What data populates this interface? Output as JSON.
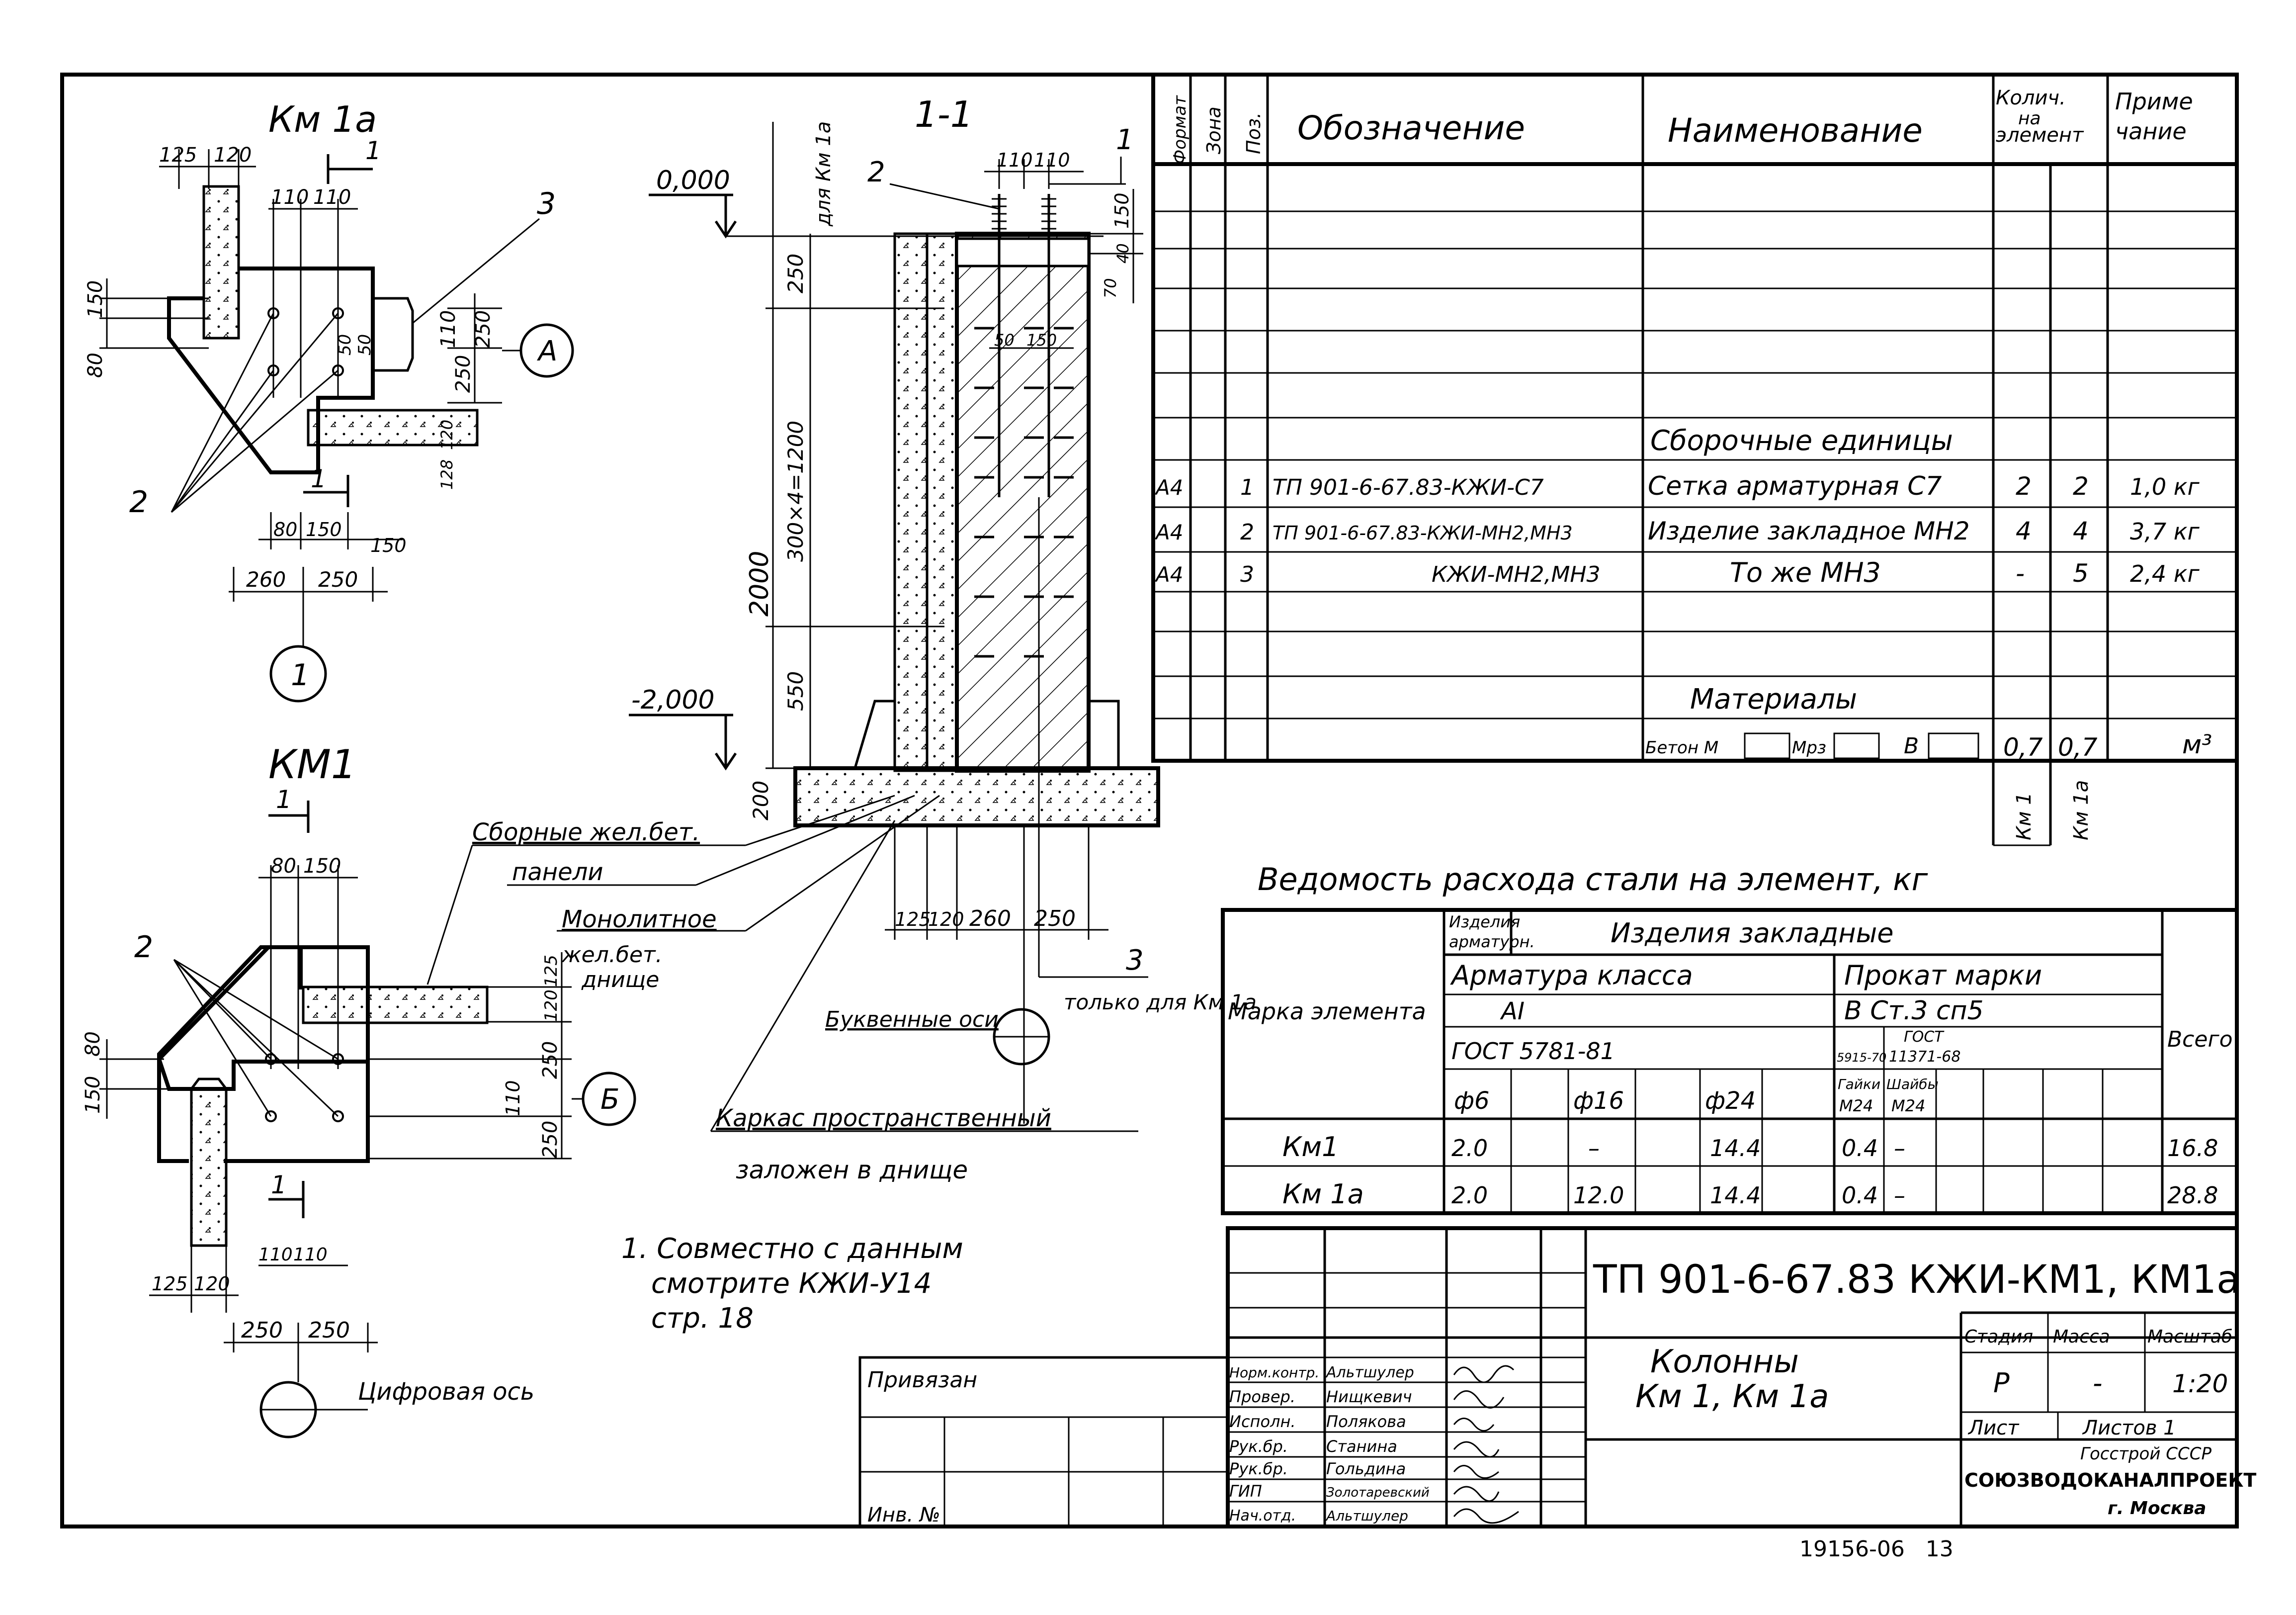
{
  "plan_km1a": {
    "title": "Км 1а",
    "dims_top": [
      "125",
      "120"
    ],
    "dims_mid": [
      "110",
      "110"
    ],
    "dims_left": [
      "80",
      "150"
    ],
    "dims_right": [
      "110",
      "250",
      "250"
    ],
    "dims_inner": [
      "50",
      "50"
    ],
    "dims_bottom": [
      "80",
      "150",
      "150"
    ],
    "dims_base": [
      "260",
      "250"
    ],
    "dims_side": [
      "120",
      "128"
    ],
    "section_mark": "1",
    "label_2": "2",
    "label_3": "3",
    "axis_letter": "А",
    "axis_number": "1"
  },
  "section": {
    "title": "1-1",
    "elev_top": "0,000",
    "elev_bottom": "-2,000",
    "note_for": "для Км 1а",
    "dims_top": [
      "110",
      "110"
    ],
    "dims_right": [
      "150",
      "40",
      "70"
    ],
    "dim_250": "250",
    "dim_main": "300×4=1200",
    "dim_total": "2000",
    "dim_550": "550",
    "dim_200": "200",
    "dims_mid": [
      "50",
      "150"
    ],
    "dims_bottom": [
      "125",
      "120",
      "260",
      "250"
    ],
    "label_2": "2",
    "label_3": "3",
    "label_1": "1",
    "only_for": "только для Км 1а",
    "letter_axes": "Буквенные оси"
  },
  "callouts": {
    "panels_1": "Сборные жел.бет.",
    "panels_2": "панели",
    "monolith": "Монолитное",
    "monolith_2": "жел.бет.",
    "monolith_3": "днище",
    "frame_1": "Каркас пространственный",
    "frame_2": "заложен в днище"
  },
  "plan_km1": {
    "title": "КМ1",
    "section_mark": "1",
    "dims_top": [
      "80",
      "150"
    ],
    "dims_right": [
      "125",
      "120",
      "250",
      "110",
      "250"
    ],
    "dims_left": [
      "150",
      "80"
    ],
    "dims_mid": [
      "110",
      "110"
    ],
    "dims_bottom": [
      "125",
      "120"
    ],
    "dims_base": [
      "250",
      "250"
    ],
    "label_2": "2",
    "axis_letter": "Б",
    "digital_axis": "Цифровая ось"
  },
  "note": {
    "line1": "1. Совместно с данным",
    "line2": "смотрите КЖИ-У14",
    "line3": "стр. 18"
  },
  "spec": {
    "headers": {
      "format": "Формат",
      "zone": "Зона",
      "pos": "Поз.",
      "designation": "Обозначение",
      "name": "Наименование",
      "qty": "Колич. на элемент",
      "note": "Приме чание"
    },
    "section_assembly": "Сборочные единицы",
    "rows": [
      {
        "format": "А4",
        "pos": "1",
        "designation": "ТП 901-6-67.83-КЖИ-С7",
        "name": "Сетка арматурная С7",
        "q1": "2",
        "q2": "2",
        "note": "1,0 кг"
      },
      {
        "format": "А4",
        "pos": "2",
        "designation": "ТП 901-6-67.83-КЖИ-МН2,МН3",
        "name": "Изделие закладное МН2",
        "q1": "4",
        "q2": "4",
        "note": "3,7 кг"
      },
      {
        "format": "А4",
        "pos": "3",
        "designation": "КЖИ-МН2,МН3",
        "name": "То же МН3",
        "q1": "-",
        "q2": "5",
        "note": "2,4 кг"
      }
    ],
    "section_materials": "Материалы",
    "concrete": "Бетон М",
    "concrete_mrz": "Мрз",
    "concrete_w": "В",
    "concrete_q1": "0,7",
    "concrete_q2": "0,7",
    "concrete_unit": "м³",
    "col_km1": "Км 1",
    "col_km1a": "Км 1а"
  },
  "steel": {
    "title": "Ведомость расхода стали на элемент, кг",
    "marka": "Марка элемента",
    "izd_arm": "Изделия арматурн.",
    "izd_zakl": "Изделия закладные",
    "arm_class": "Арматура класса",
    "prokat": "Прокат марки",
    "ai": "АI",
    "vst": "В Ст.3 сп5",
    "gost1": "ГОСТ 5781-81",
    "gost_a": "5915-70",
    "gost_word": "ГОСТ",
    "gost_b": "11371-68",
    "d6": "ф6",
    "d16": "ф16",
    "d24": "ф24",
    "nuts": "Гайки М24",
    "washers": "Шайбы М24",
    "total": "Всего",
    "rows": [
      {
        "mark": "Км1",
        "d6": "2.0",
        "d16": "–",
        "d24": "14.4",
        "nuts": "0.4",
        "wash": "–",
        "total": "16.8"
      },
      {
        "mark": "Км 1а",
        "d6": "2.0",
        "d16": "12.0",
        "d24": "14.4",
        "nuts": "0.4",
        "wash": "–",
        "total": "28.8"
      }
    ]
  },
  "stamp": {
    "code": "ТП 901-6-67.83 КЖИ-КМ1, КМ1а",
    "name1": "Колонны",
    "name2": "Км 1, Км 1а",
    "stage_h": "Стадия",
    "mass_h": "Масса",
    "scale_h": "Масштаб",
    "stage": "Р",
    "mass": "-",
    "scale": "1:20",
    "sheet": "Лист",
    "sheets": "Листов 1",
    "org1": "Госстрой СССР",
    "org2": "СОЮЗВОДОКАНАЛПРОЕКТ",
    "org3": "г. Москва",
    "bound": "Привязан",
    "inv": "Инв. №",
    "roles": [
      {
        "role": "Норм.контр.",
        "name": "Альтшулер"
      },
      {
        "role": "Провер.",
        "name": "Нищкевич"
      },
      {
        "role": "Исполн.",
        "name": "Полякова"
      },
      {
        "role": "Рук.бр.",
        "name": "Станина"
      },
      {
        "role": "Рук.бр.",
        "name": "Гольдина"
      },
      {
        "role": "ГИП",
        "name": "Золотаревский"
      },
      {
        "role": "Нач.отд.",
        "name": "Альтшулер"
      }
    ],
    "archive": "19156-06   13"
  }
}
